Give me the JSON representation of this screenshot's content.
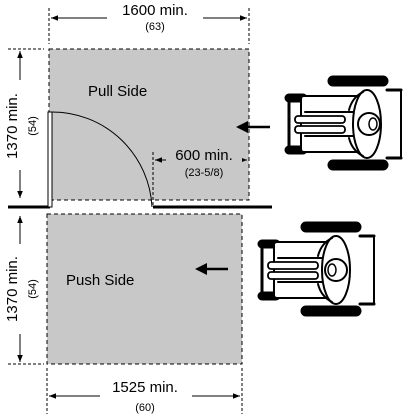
{
  "labels": {
    "pull_side": "Pull Side",
    "push_side": "Push Side"
  },
  "dimensions": {
    "top_width_mm": "1600 min.",
    "top_width_in": "(63)",
    "bottom_width_mm": "1525 min.",
    "bottom_width_in": "(60)",
    "left_upper_mm": "1370 min.",
    "left_upper_in": "(54)",
    "left_lower_mm": "1370 min.",
    "left_lower_in": "(54)",
    "latch_mm": "600 min.",
    "latch_in": "(23-5/8)"
  },
  "colors": {
    "clear_floor_space": "#c8c8c8",
    "ink": "#000000"
  },
  "icons": {
    "wheelchair_pull": "wheelchair-user-icon",
    "wheelchair_push": "wheelchair-user-icon",
    "approach_arrow": "arrow-left-icon"
  }
}
